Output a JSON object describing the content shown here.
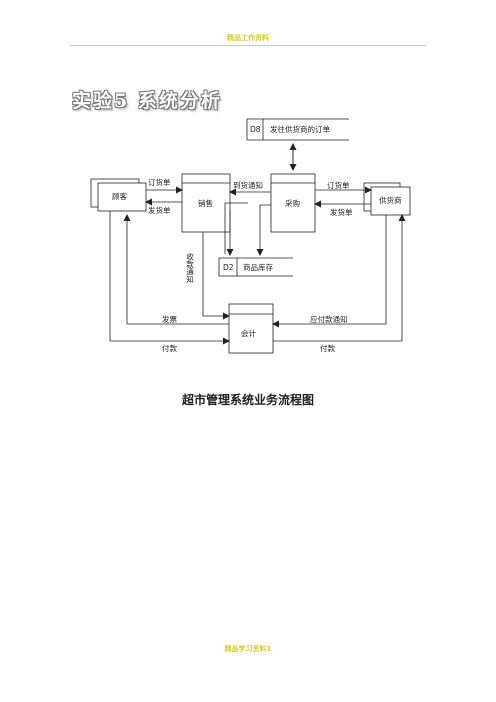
{
  "header": {
    "note": "精品工作资料"
  },
  "page": {
    "title": "实验5  系统分析",
    "caption": "超市管理系统业务流程图",
    "footer": "精品学习资料1"
  },
  "diagram": {
    "entities": {
      "customer": "顾客",
      "supplier": "供货商"
    },
    "processes": {
      "sales": "销售",
      "purchase": "采购",
      "accounting": "会计"
    },
    "stores": {
      "d8_id": "D8",
      "d8_name": "发往供货商的订单",
      "d2_id": "D2",
      "d2_name": "商品库存"
    },
    "flows": {
      "order_in": "订货单",
      "delivery_out": "发货单",
      "arrival_notice": "到货通知",
      "order_out": "订货单",
      "delivery_in": "发货单",
      "receipt_notice": "收款通知",
      "invoice": "发票",
      "payment_customer": "付款",
      "payable_notice": "应付款通知",
      "payment_supplier": "付款"
    }
  }
}
